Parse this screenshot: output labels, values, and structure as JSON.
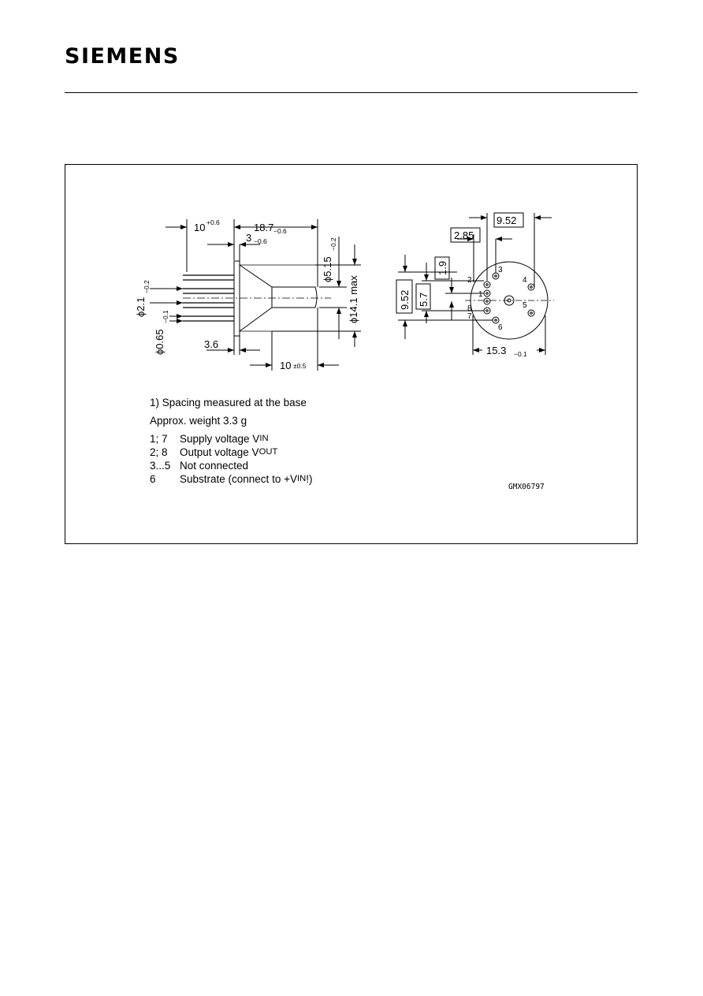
{
  "header": {
    "logo_text": "SIEMENS"
  },
  "drawing": {
    "side_view": {
      "dim_10": "10",
      "dim_10_tol": "+0.6",
      "dim_18_7": "18.7",
      "dim_18_7_tol": "−0.6",
      "dim_3": "3",
      "dim_3_tol": "−0.6",
      "dim_d5_15": "ϕ5.15",
      "dim_d5_15_tol": "−0.2",
      "dim_d2_1": "ϕ2.1",
      "dim_d2_1_tol": "−0.2",
      "dim_d0_65": "ϕ0.65",
      "dim_d0_65_tol": "−0.1",
      "dim_d14_1": "ϕ14.1 max",
      "dim_3_6": "3.6",
      "dim_10_05": "10",
      "dim_10_05_tol": "±0.5"
    },
    "top_view": {
      "dim_9_52_top": "9.52",
      "dim_2_85": "2.85",
      "dim_1_9": "1.9",
      "dim_9_52_left": "9.52",
      "dim_5_7": "5.7",
      "dim_15_3": "15.3",
      "dim_15_3_tol": "−0.1",
      "pins": [
        "1",
        "2",
        "3",
        "4",
        "5",
        "6",
        "7",
        "8"
      ]
    }
  },
  "notes": {
    "spacing": "1) Spacing measured at the base",
    "weight": "Approx. weight 3.3 g",
    "pins": [
      {
        "key": "1; 7",
        "label": "Supply voltage V",
        "sub": "IN",
        "tail": ""
      },
      {
        "key": "2; 8",
        "label": "Output voltage V",
        "sub": "OUT",
        "tail": ""
      },
      {
        "key": "3...5",
        "label": "Not connected",
        "sub": "",
        "tail": ""
      },
      {
        "key": "6",
        "label": "Substrate (connect to +V",
        "sub": "IN",
        "tail": "!)"
      }
    ]
  },
  "drawing_code": "GMX06797"
}
